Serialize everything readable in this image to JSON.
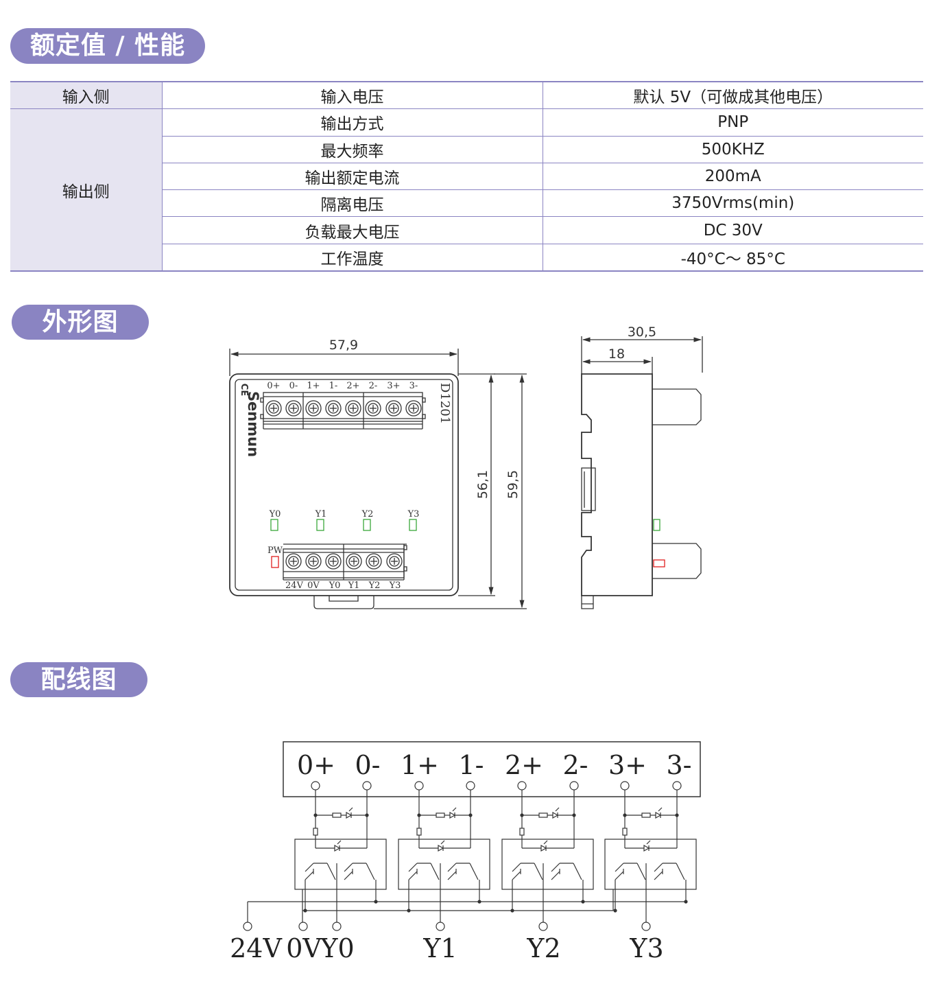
{
  "sections": {
    "rating": "额定值 / 性能",
    "outline": "外形图",
    "wiring": "配线图"
  },
  "spec_table": {
    "input_side": "输入侧",
    "output_side": "输出侧",
    "rows": [
      {
        "param": "输入电压",
        "value": "默认 5V（可做成其他电压）"
      },
      {
        "param": "输出方式",
        "value": "PNP"
      },
      {
        "param": "最大频率",
        "value": "500KHZ"
      },
      {
        "param": "输出额定电流",
        "value": "200mA"
      },
      {
        "param": "隔离电压",
        "value": "3750Vrms(min)"
      },
      {
        "param": "负载最大电压",
        "value": "DC 30V"
      },
      {
        "param": "工作温度",
        "value": "-40°C～ 85°C"
      }
    ]
  },
  "outline": {
    "width": "57,9",
    "height_inner": "56,1",
    "height_outer": "59,5",
    "depth_total": "30,5",
    "depth_rail": "18",
    "brand": "Senmun",
    "ce": "CE",
    "model": "D1201",
    "top_terminals": [
      "0+",
      "0-",
      "1+",
      "1-",
      "2+",
      "2-",
      "3+",
      "3-"
    ],
    "leds": [
      "Y0",
      "Y1",
      "Y2",
      "Y3"
    ],
    "pw": "PW",
    "bottom_terminals": [
      "24V",
      "0V",
      "Y0",
      "Y1",
      "Y2",
      "Y3"
    ],
    "colors": {
      "led": "#3aa83a",
      "pw": "#e02020"
    }
  },
  "wiring": {
    "inputs": [
      "0+",
      "0-",
      "1+",
      "1-",
      "2+",
      "2-",
      "3+",
      "3-"
    ],
    "outputs": [
      "24V",
      "0V",
      "Y0",
      "Y1",
      "Y2",
      "Y3"
    ]
  },
  "theme": {
    "accent": "#8a84c2",
    "accent_light": "#e6e4f1"
  }
}
